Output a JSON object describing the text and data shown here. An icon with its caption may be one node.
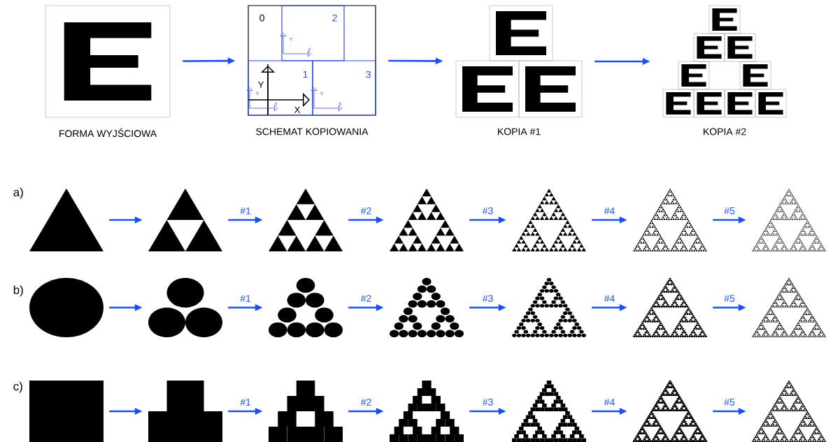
{
  "diagram": {
    "nodes": [
      {
        "text": [],
        "shape": "picture",
        "beside": [
          "FORMA WYJŚCIOWA"
        ]
      },
      {
        "text": [],
        "shape": "picture",
        "beside": [
          "SCHEMAT KOPIOWANIA"
        ]
      },
      {
        "text": [],
        "shape": "picture",
        "beside": [
          "KOPIA #1"
        ]
      },
      {
        "text": [],
        "shape": "picture",
        "beside": [
          "KOPIA #2"
        ]
      },
      {
        "text": [],
        "shape": "triangle"
      },
      {
        "text": [],
        "shape": "picture"
      },
      {
        "text": [],
        "shape": "picture"
      },
      {
        "text": [],
        "shape": "picture"
      },
      {
        "text": [],
        "shape": "picture"
      },
      {
        "text": [],
        "shape": "picture"
      },
      {
        "text": [],
        "shape": "picture"
      },
      {
        "text": [],
        "shape": "circle"
      },
      {
        "text": [],
        "shape": "picture"
      },
      {
        "text": [],
        "shape": "picture"
      },
      {
        "text": [],
        "shape": "picture"
      },
      {
        "text": [],
        "shape": "picture"
      },
      {
        "text": [],
        "shape": "picture"
      },
      {
        "text": [],
        "shape": "picture"
      },
      {
        "text": [],
        "shape": "box"
      },
      {
        "text": [],
        "shape": "picture"
      },
      {
        "text": [],
        "shape": "picture"
      },
      {
        "text": [],
        "shape": "picture"
      },
      {
        "text": [],
        "shape": "picture"
      },
      {
        "text": [],
        "shape": "picture"
      },
      {
        "text": [],
        "shape": "picture"
      }
    ],
    "edges": [
      {
        "from": 0,
        "to": 1,
        "arrow": "to"
      },
      {
        "from": 1,
        "to": 2,
        "arrow": "to"
      },
      {
        "from": 2,
        "to": 3,
        "arrow": "to"
      },
      {
        "from": 4,
        "to": 5,
        "arrow": "to"
      },
      {
        "from": 5,
        "to": 6,
        "arrow": "to",
        "label": "#1"
      },
      {
        "from": 6,
        "to": 7,
        "arrow": "to",
        "label": "#2"
      },
      {
        "from": 7,
        "to": 8,
        "arrow": "to",
        "label": "#3"
      },
      {
        "from": 8,
        "to": 9,
        "arrow": "to",
        "label": "#4"
      },
      {
        "from": 9,
        "to": 10,
        "arrow": "to",
        "label": "#5"
      },
      {
        "from": 11,
        "to": 12,
        "arrow": "to"
      },
      {
        "from": 12,
        "to": 13,
        "arrow": "to",
        "label": "#1"
      },
      {
        "from": 13,
        "to": 14,
        "arrow": "to",
        "label": "#2"
      },
      {
        "from": 14,
        "to": 15,
        "arrow": "to",
        "label": "#3"
      },
      {
        "from": 15,
        "to": 16,
        "arrow": "to",
        "label": "#4"
      },
      {
        "from": 16,
        "to": 17,
        "arrow": "to",
        "label": "#5"
      },
      {
        "from": 18,
        "to": 19,
        "arrow": "to"
      },
      {
        "from": 19,
        "to": 20,
        "arrow": "to",
        "label": "#1"
      },
      {
        "from": 20,
        "to": 21,
        "arrow": "to",
        "label": "#2"
      },
      {
        "from": 21,
        "to": 22,
        "arrow": "to",
        "label": "#3"
      },
      {
        "from": 22,
        "to": 23,
        "arrow": "to",
        "label": "#4"
      },
      {
        "from": 23,
        "to": 24,
        "arrow": "to",
        "label": "#5"
      }
    ],
    "labels": [
      "0",
      "2",
      "1",
      "3",
      "Y",
      "X",
      "Y",
      "x",
      "Y",
      "x",
      "Y",
      "x",
      "a)",
      "b)",
      "c)"
    ]
  }
}
